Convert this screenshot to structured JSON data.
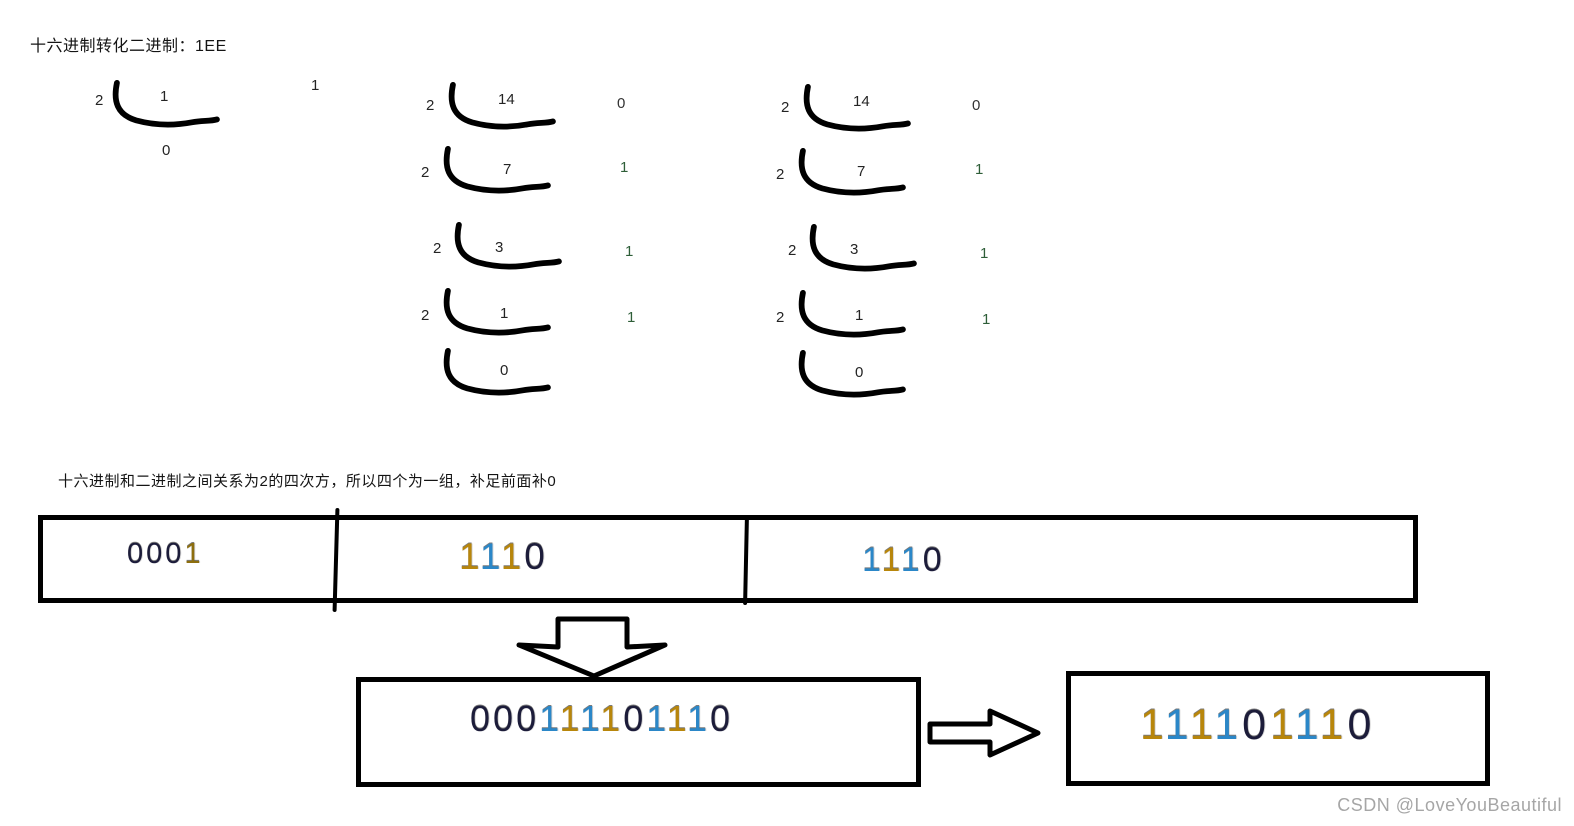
{
  "title": "十六进制转化二进制：1EE",
  "note": "十六进制和二进制之间关系为2的四次方，所以四个为一组，补足前面补0",
  "watermark": "CSDN @LoveYouBeautiful",
  "palette": {
    "gold": "#b8860b",
    "blue": "#2b87c8",
    "dark": "#1c1c3a",
    "ink": "#242424",
    "remainder_green": "#2e5e38",
    "watermark_gray": "#a6a6a6"
  },
  "division_groups": [
    {
      "label": "hex-digit-1",
      "steps": [
        {
          "divisor": "2",
          "dividend": "1",
          "remainder": "1"
        }
      ],
      "final_quotient": "0"
    },
    {
      "label": "hex-digit-E-first",
      "steps": [
        {
          "divisor": "2",
          "dividend": "14",
          "remainder": "0"
        },
        {
          "divisor": "2",
          "dividend": "7",
          "remainder": "1"
        },
        {
          "divisor": "2",
          "dividend": "3",
          "remainder": "1"
        },
        {
          "divisor": "2",
          "dividend": "1",
          "remainder": "1"
        }
      ],
      "final_quotient": "0"
    },
    {
      "label": "hex-digit-E-second",
      "steps": [
        {
          "divisor": "2",
          "dividend": "14",
          "remainder": "0"
        },
        {
          "divisor": "2",
          "dividend": "7",
          "remainder": "1"
        },
        {
          "divisor": "2",
          "dividend": "3",
          "remainder": "1"
        },
        {
          "divisor": "2",
          "dividend": "1",
          "remainder": "1"
        }
      ],
      "final_quotient": "0"
    }
  ],
  "grouping_box": {
    "segments": [
      {
        "text": "0001",
        "colors": [
          "#1c1c3a",
          "#1c1c3a",
          "#1c1c3a",
          "#8d6e0e"
        ]
      },
      {
        "text": "1110",
        "colors": [
          "#b8860b",
          "#2b87c8",
          "#b8860b",
          "#1c1c3a"
        ]
      },
      {
        "text": "1110",
        "colors": [
          "#2b87c8",
          "#b8860b",
          "#2b87c8",
          "#1c1c3a"
        ]
      }
    ]
  },
  "combined_box": {
    "text": "000111101110",
    "colors": [
      "#1c1c3a",
      "#1c1c3a",
      "#1c1c3a",
      "#2b87c8",
      "#b8860b",
      "#2b87c8",
      "#b8860b",
      "#1c1c3a",
      "#2b87c8",
      "#b8860b",
      "#2b87c8",
      "#1c1c3a"
    ]
  },
  "result_box": {
    "text": "111101110",
    "colors": [
      "#b8860b",
      "#2b87c8",
      "#b8860b",
      "#2b87c8",
      "#1c1c3a",
      "#b8860b",
      "#2b87c8",
      "#b8860b",
      "#1c1c3a"
    ]
  }
}
